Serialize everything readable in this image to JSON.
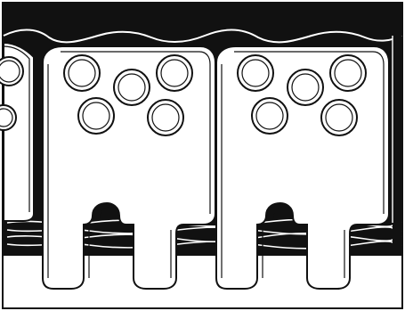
{
  "colors": {
    "ink": "#111111",
    "paper": "#ffffff"
  },
  "picture": {
    "structure_names": [
      "cell-partial-left",
      "cell-left",
      "cell-right"
    ],
    "granule_count_per_cell": 5
  }
}
